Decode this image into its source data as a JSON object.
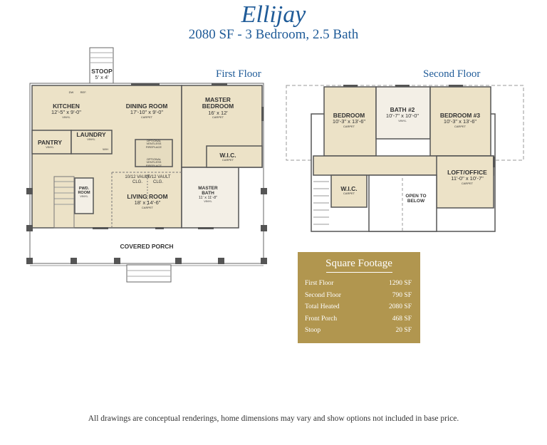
{
  "header": {
    "title": "Ellijay",
    "subtitle": "2080 SF - 3 Bedroom, 2.5 Bath"
  },
  "colors": {
    "title": "#1f5b98",
    "room_fill": "#ece2c7",
    "bath_fill": "#f3efe6",
    "wall": "#555555",
    "sf_box": "#b1964f"
  },
  "first_floor": {
    "label": "First Floor",
    "rooms": [
      {
        "name": "STOOP",
        "dims": "5' x 4'",
        "floor": ""
      },
      {
        "name": "KITCHEN",
        "dims": "12'-5\" x 9'-0\"",
        "floor": "VINYL"
      },
      {
        "name": "DINING ROOM",
        "dims": "17'-10\" x 9'-0\"",
        "floor": "CARPET"
      },
      {
        "name": "MASTER BEDROOM",
        "dims": "16' x 12'",
        "floor": "CARPET"
      },
      {
        "name": "PANTRY",
        "dims": "",
        "floor": "VINYL"
      },
      {
        "name": "LAUNDRY",
        "dims": "",
        "floor": "VINYL"
      },
      {
        "name": "W.I.C.",
        "dims": "",
        "floor": "CARPET"
      },
      {
        "name": "PWD. ROOM",
        "dims": "",
        "floor": "VINYL"
      },
      {
        "name": "LIVING ROOM",
        "dims": "18' x 14'-6\"",
        "floor": "CARPET"
      },
      {
        "name": "MASTER BATH",
        "dims": "11' x 11'-8\"",
        "floor": "VINYL"
      },
      {
        "name": "COVERED PORCH",
        "dims": "",
        "floor": ""
      }
    ],
    "notes": {
      "vault_left": "10/12 VAULT",
      "vault_right": "10/12 VAULT",
      "clg_left": "CLG.",
      "clg_right": "CLG.",
      "fireplace_top": "OPTIONAL VENTLESS FIREPLACE",
      "fireplace_bottom": "OPTIONAL VENTLESS FIREPLACE",
      "dw": "DW",
      "ref": "REF.",
      "wh": "W/H"
    }
  },
  "second_floor": {
    "label": "Second Floor",
    "rooms": [
      {
        "name": "BEDROOM",
        "dims": "10'-3\" x 13'-6\"",
        "floor": "CARPET"
      },
      {
        "name": "BATH #2",
        "dims": "10'-7\" x 10'-0\"",
        "floor": "VINYL"
      },
      {
        "name": "BEDROOM #3",
        "dims": "10'-3\" x 13'-6\"",
        "floor": "CARPET"
      },
      {
        "name": "LOFT/OFFICE",
        "dims": "11'-0\" x 10'-7\"",
        "floor": "CARPET"
      },
      {
        "name": "W.I.C.",
        "dims": "",
        "floor": "CARPET"
      },
      {
        "name": "OPEN TO BELOW",
        "dims": "",
        "floor": ""
      }
    ]
  },
  "square_footage": {
    "title": "Square Footage",
    "rows": [
      {
        "label": "First Floor",
        "value": "1290 SF"
      },
      {
        "label": "Second Floor",
        "value": "790 SF"
      },
      {
        "label": "Total Heated",
        "value": "2080 SF"
      },
      {
        "label": "Front Porch",
        "value": "468 SF"
      },
      {
        "label": "Stoop",
        "value": "20 SF"
      }
    ]
  },
  "footer": "All drawings are conceptual renderings, home dimensions may vary and show options not included in base price."
}
